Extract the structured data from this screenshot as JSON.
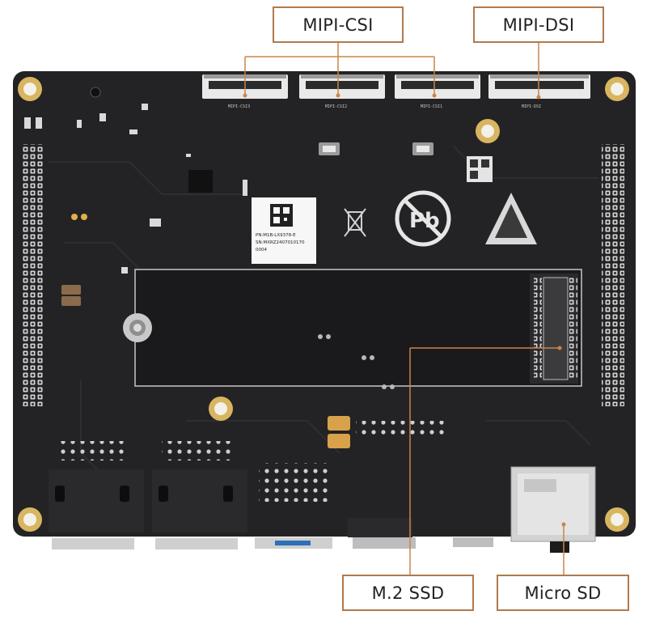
{
  "callouts": {
    "mipi_csi": "MIPI-CSI",
    "mipi_dsi": "MIPI-DSI",
    "m2_ssd": "M.2 SSD",
    "micro_sd": "Micro SD"
  },
  "board_label": {
    "line1": "PN:M1B-LX9378-E",
    "line2": "SN:MXRZ2407010170",
    "line3": "0004"
  },
  "colors": {
    "pcb": "#232325",
    "callout_border": "#b07a4c",
    "callout_line": "#c8854a",
    "mount_hole_ring": "#d8b560"
  }
}
